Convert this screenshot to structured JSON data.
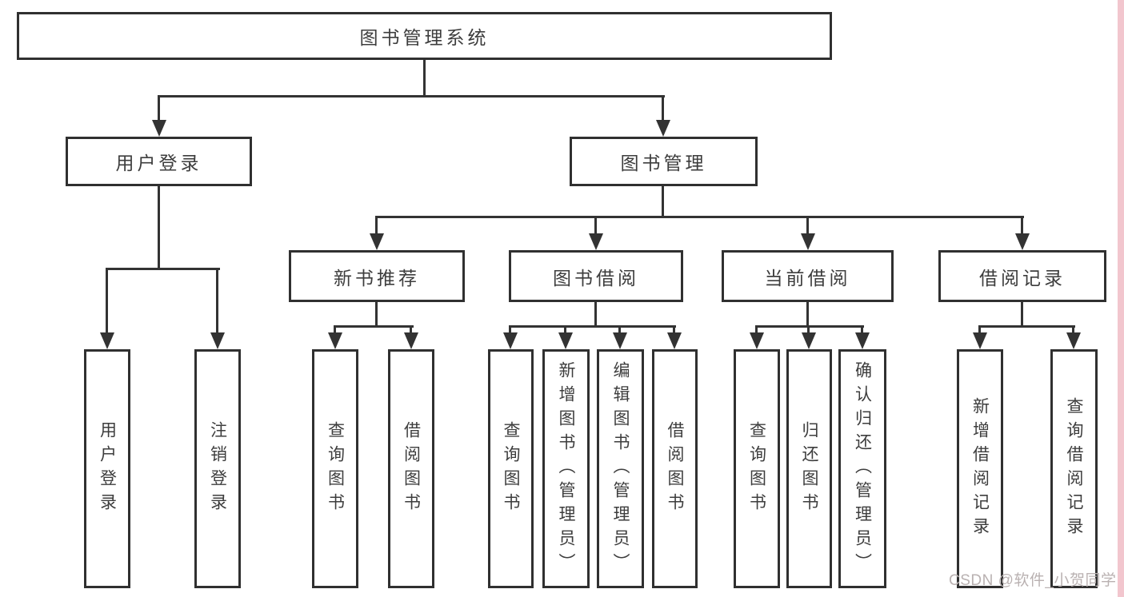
{
  "diagram": {
    "root": {
      "label": "图书管理系统"
    },
    "level2": [
      {
        "label": "用户登录",
        "children": [
          {
            "label": "用户登录"
          },
          {
            "label": "注销登录"
          }
        ]
      },
      {
        "label": "图书管理",
        "children": [
          {
            "label": "新书推荐",
            "children": [
              {
                "label": "查询图书"
              },
              {
                "label": "借阅图书"
              }
            ]
          },
          {
            "label": "图书借阅",
            "children": [
              {
                "label": "查询图书"
              },
              {
                "label": "新增图书（管理员）"
              },
              {
                "label": "编辑图书（管理员）"
              },
              {
                "label": "借阅图书"
              }
            ]
          },
          {
            "label": "当前借阅",
            "children": [
              {
                "label": "查询图书"
              },
              {
                "label": "归还图书"
              },
              {
                "label": "确认归还（管理员）"
              }
            ]
          },
          {
            "label": "借阅记录",
            "children": [
              {
                "label": "新增借阅记录"
              },
              {
                "label": "查询借阅记录"
              }
            ]
          }
        ]
      }
    ]
  },
  "watermark": {
    "text": "CSDN @软件_小贺同学"
  },
  "colors": {
    "line": "#333333",
    "border": "#303030",
    "text": "#3d3d3d",
    "background": "#ffffff",
    "watermark": "#b9b1b1",
    "right_edge_strip": "#f2c6ce"
  }
}
